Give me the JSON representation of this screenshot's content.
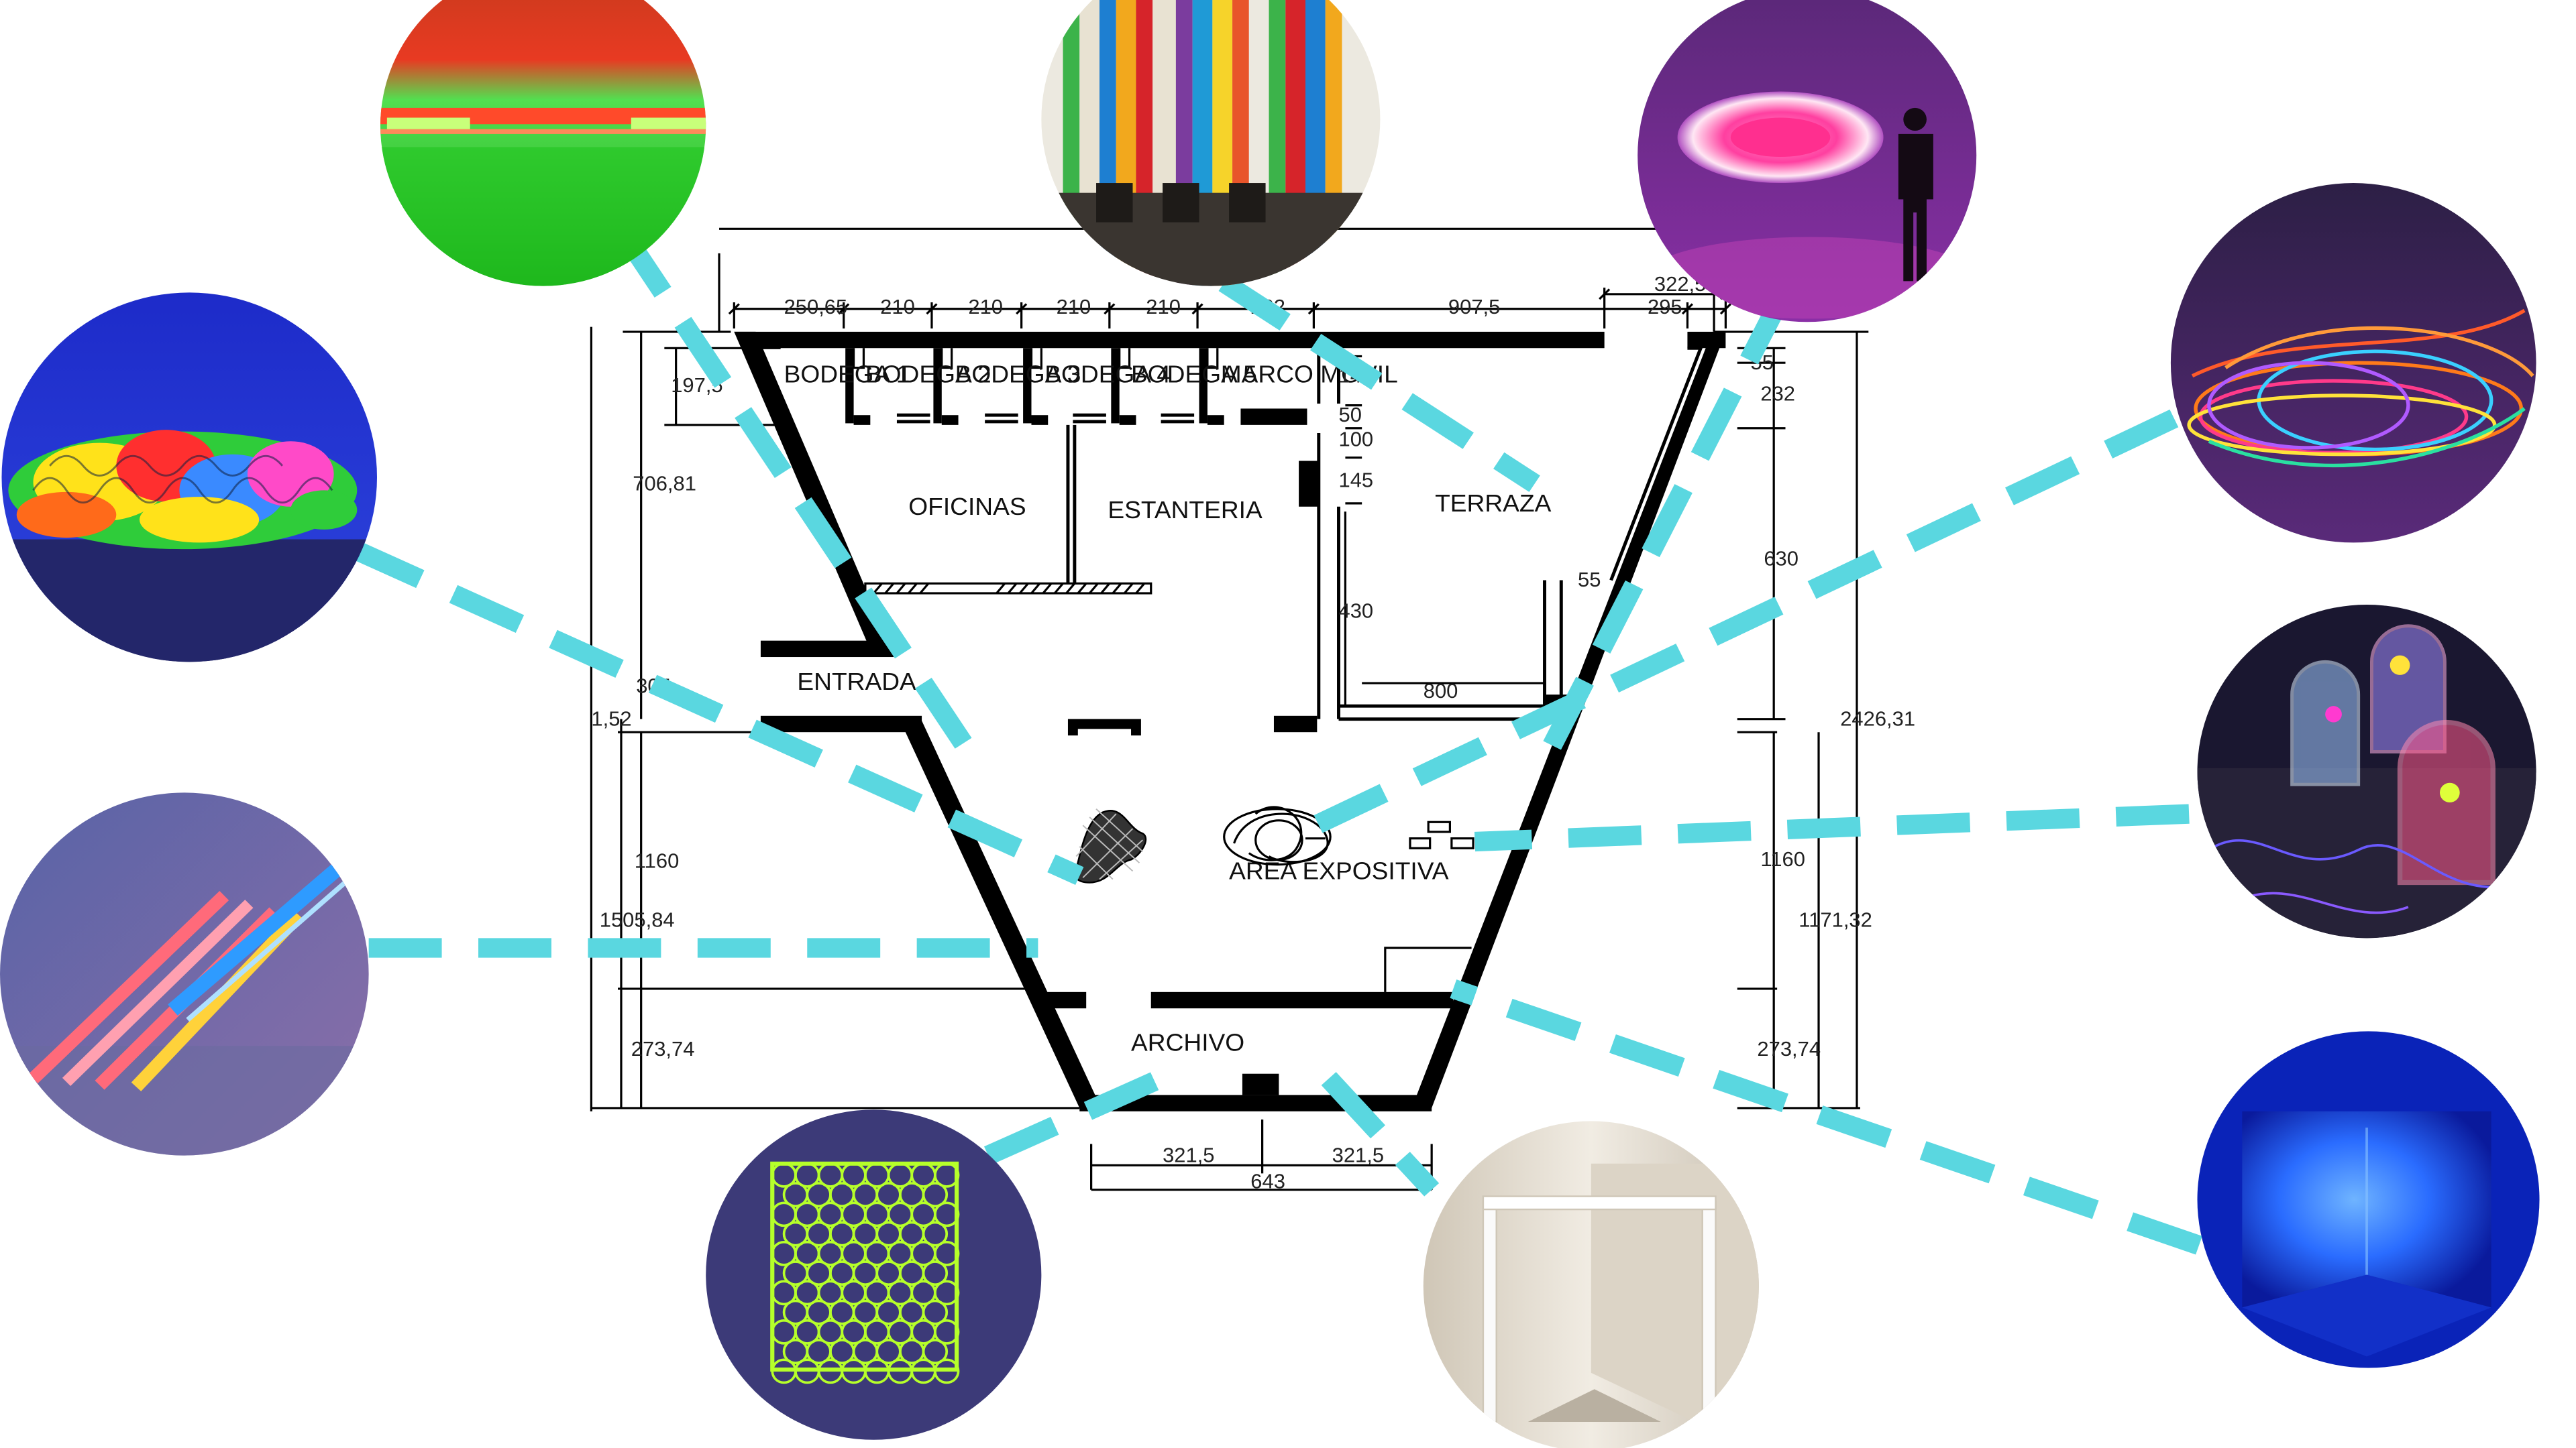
{
  "plan": {
    "rooms": {
      "bodega1": "BODEGA 1",
      "bodega2": "BODEGA 2",
      "bodega3": "BODEGA 3",
      "bodega4": "BODEGA 4",
      "bodega5": "BODEGA 5",
      "marco_movil": "MARCO MOVIL",
      "oficinas": "OFICINAS",
      "estanteria": "ESTANTERIA",
      "terraza": "TERRAZA",
      "entrada": "ENTRADA",
      "area_expositiva": "AREA EXPOSITIVA",
      "archivo": "ARCHIVO"
    },
    "dimensions": {
      "top_1": "250,65",
      "top_2": "210",
      "top_3": "210",
      "top_4": "210",
      "top_5": "210",
      "top_6": "262",
      "top_7": "907,5",
      "top_8": "322,5",
      "top_9": "295",
      "right_55": "55",
      "right_232": "232",
      "right_630": "630",
      "right_1160": "1160",
      "right_1171": "1171,32",
      "right_2426": "2426,31",
      "right_273": "273,74",
      "left_197": "197,5",
      "left_706": "706,81",
      "left_305": "305",
      "left_152": "1,52",
      "left_1160": "1160",
      "left_1505": "1505,84",
      "left_273": "273,74",
      "mid_145a": "145",
      "mid_50": "50",
      "mid_100": "100",
      "mid_145b": "145",
      "mid_430": "430",
      "mid_800": "800",
      "mid_55": "55",
      "bottom_321a": "321,5",
      "bottom_321b": "321,5",
      "bottom_643": "643"
    }
  },
  "artworks": [
    {
      "id": "green-red-neon",
      "colors": [
        "#e23a1e",
        "#27d41f"
      ]
    },
    {
      "id": "rainbow-columns",
      "colors": [
        "#d6242a",
        "#f2a81d",
        "#1e7fd1",
        "#3cb34a"
      ]
    },
    {
      "id": "pink-ellipse-room",
      "colors": [
        "#7a2a8c",
        "#ff3fa0"
      ]
    },
    {
      "id": "neon-scribble-lines",
      "colors": [
        "#3a1c5a",
        "#ff7a1a"
      ]
    },
    {
      "id": "colorful-tangle-sculpture",
      "colors": [
        "#1a2bbd",
        "#ffe21a"
      ]
    },
    {
      "id": "neon-arch-sculptures",
      "colors": [
        "#1a1730",
        "#9b4dff"
      ]
    },
    {
      "id": "diagonal-fluorescent-tubes",
      "colors": [
        "#4a5aa8",
        "#ff6a7a",
        "#2e9bff"
      ]
    },
    {
      "id": "blue-light-corner",
      "colors": [
        "#0a23b8",
        "#7ab8ff"
      ]
    },
    {
      "id": "green-circle-grid",
      "colors": [
        "#3c3a78",
        "#b6ff2a"
      ]
    },
    {
      "id": "white-fluorescent-frame",
      "colors": [
        "#d8d2c6",
        "#ffffff"
      ]
    }
  ],
  "connector_color": "#5ad7e0"
}
